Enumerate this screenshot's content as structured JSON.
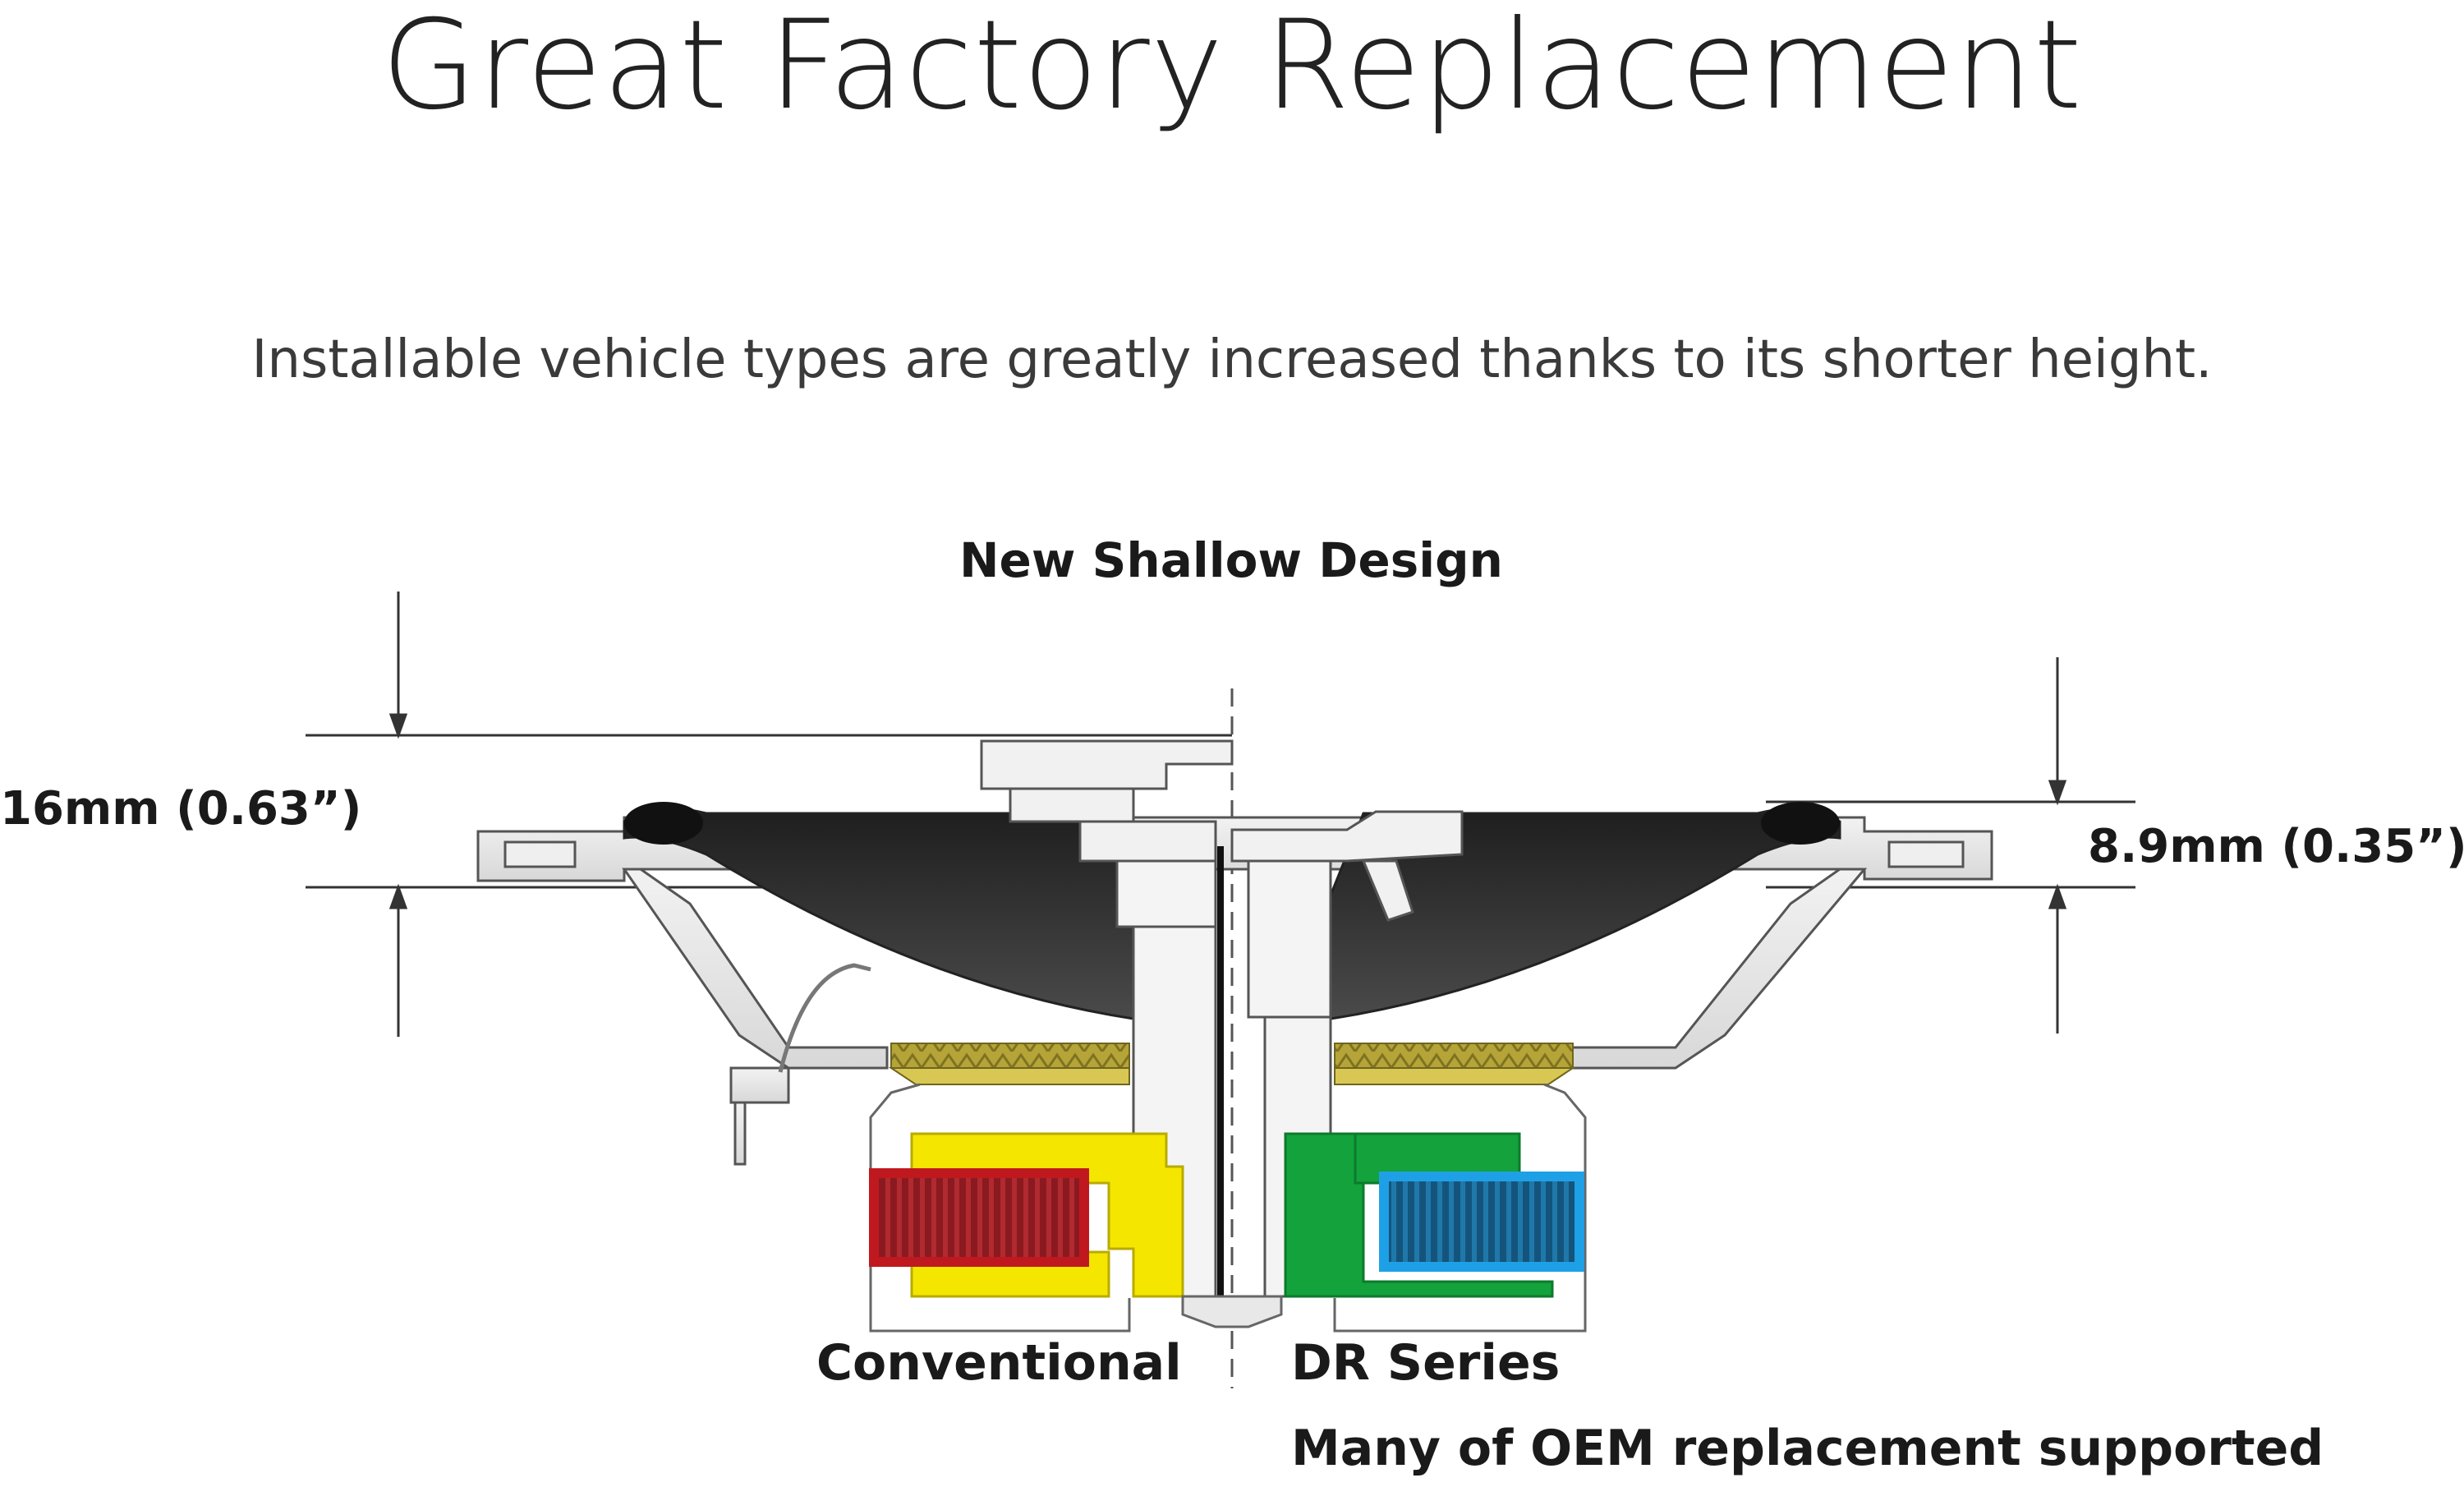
{
  "header": {
    "title": "Great Factory Replacement",
    "subtitle": "Installable vehicle types are greatly increased thanks to its shorter height."
  },
  "diagram": {
    "title": "New Shallow Design",
    "left_dimension": "16mm (0.63”)",
    "right_dimension": "8.9mm (0.35”)",
    "left_label": "Conventional",
    "right_label": "DR Series",
    "right_caption": "Many of OEM replacement supported"
  },
  "colors": {
    "conventional_magnet": "#a51d24",
    "conventional_plate": "#f5e600",
    "dr_magnet": "#1a6a9a",
    "dr_magnet_outline": "#1ea0e6",
    "dr_plate": "#13a23c",
    "spider": "#cbb840",
    "cone": "#2b2b2b",
    "frame": "#e6e6e6"
  }
}
